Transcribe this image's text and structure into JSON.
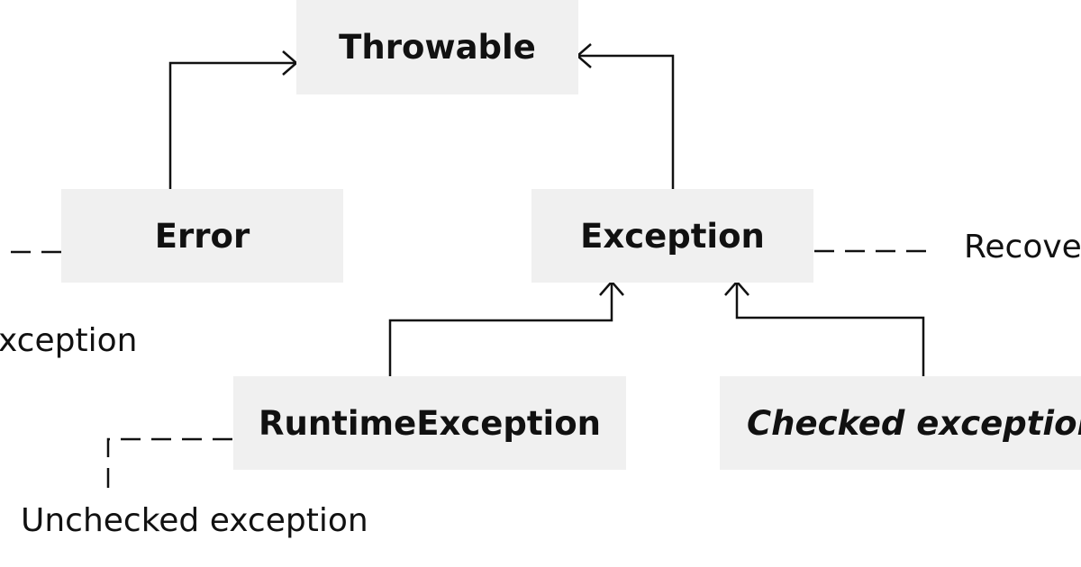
{
  "diagram": {
    "nodes": {
      "throwable": "Throwable",
      "error": "Error",
      "exception": "Exception",
      "runtime_exception": "RuntimeException",
      "checked_exceptions": "Checked exceptions"
    },
    "notes": {
      "left_partial": "xception",
      "right_partial": "Recove",
      "unchecked": "Unchecked exception"
    }
  },
  "colors": {
    "node_fill": "#f0f0f0",
    "line": "#111111",
    "text": "#111111"
  }
}
